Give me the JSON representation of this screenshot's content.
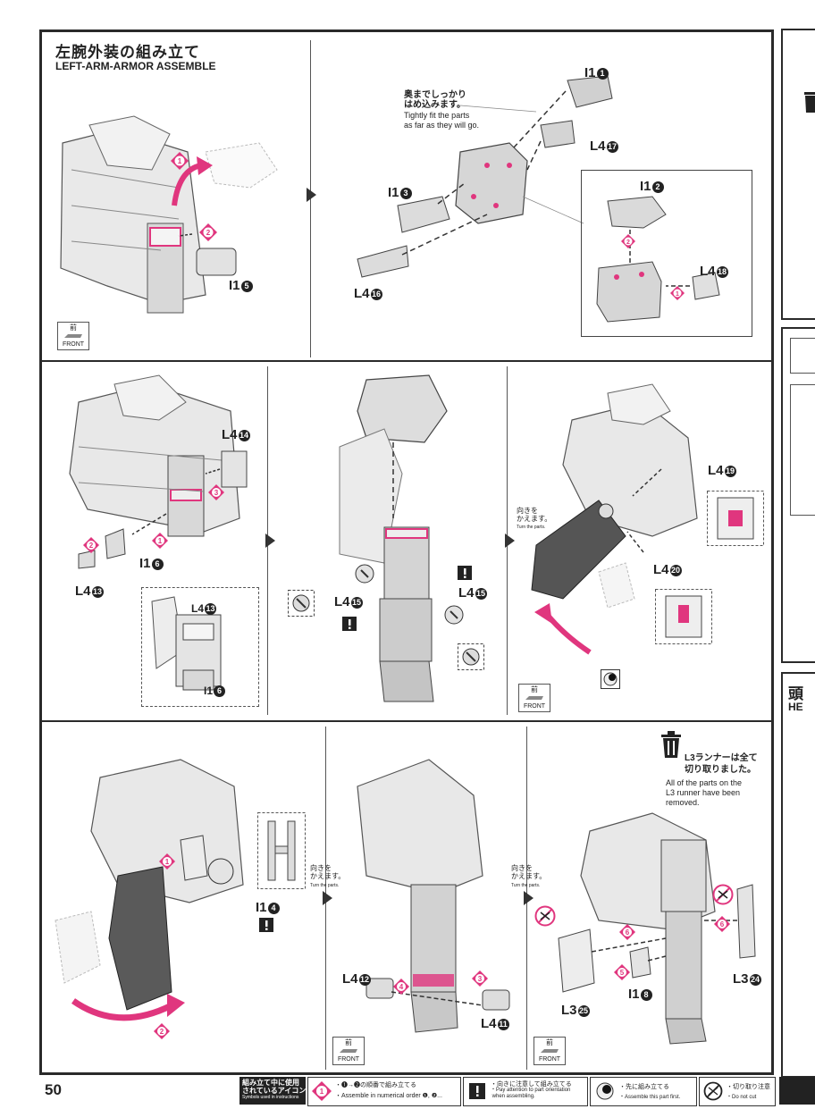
{
  "section": {
    "title_jp": "左腕外装の組み立て",
    "title_en": "LEFT-ARM-ARMOR ASSEMBLE"
  },
  "panel1": {
    "left": {
      "part_label": "I1",
      "part_num": "5"
    },
    "right": {
      "note_jp": "奥までしっかり\nはめ込みます。",
      "note_en": "Tightly fit the parts\nas far as they will go.",
      "labels": [
        {
          "text": "I1",
          "num": "1"
        },
        {
          "text": "L4",
          "num": "17"
        },
        {
          "text": "I1",
          "num": "3"
        },
        {
          "text": "L4",
          "num": "16"
        },
        {
          "text": "I1",
          "num": "2"
        },
        {
          "text": "L4",
          "num": "18"
        }
      ]
    }
  },
  "panel2": {
    "a": {
      "labels": [
        {
          "text": "L4",
          "num": "14"
        },
        {
          "text": "I1",
          "num": "6"
        },
        {
          "text": "L4",
          "num": "13"
        }
      ],
      "detail": [
        {
          "text": "L4",
          "num": "13"
        },
        {
          "text": "I1",
          "num": "6"
        }
      ]
    },
    "b": {
      "labels": [
        {
          "text": "L4",
          "num": "15"
        },
        {
          "text": "L4",
          "num": "15"
        }
      ]
    },
    "c": {
      "turn_jp": "向きを\nかえます。",
      "turn_en": "Turn the parts.",
      "labels": [
        {
          "text": "L4",
          "num": "19"
        },
        {
          "text": "L4",
          "num": "20"
        }
      ]
    }
  },
  "panel3": {
    "a": {
      "labels": [
        {
          "text": "I1",
          "num": "4"
        }
      ]
    },
    "b": {
      "turn_jp": "向きを\nかえます。",
      "turn_en": "Turn the parts.",
      "labels": [
        {
          "text": "L4",
          "num": "12"
        },
        {
          "text": "L4",
          "num": "11"
        }
      ]
    },
    "c": {
      "turn_jp": "向きを\nかえます。",
      "turn_en": "Turn the parts.",
      "runner_jp": "L3ランナーは全て\n切り取りました。",
      "runner_en": "All of the parts on the\nL3 runner have been\nremoved.",
      "labels": [
        {
          "text": "L3",
          "num": "25"
        },
        {
          "text": "I1",
          "num": "8"
        },
        {
          "text": "L3",
          "num": "24"
        }
      ]
    }
  },
  "front_label_jp": "前",
  "front_label_en": "FRONT",
  "footer": {
    "page_number": "50",
    "legend_title_jp": "組み立て中に使用\nされているアイコン",
    "legend_title_en": "Symbols used in instructions",
    "items": [
      {
        "jp": "・❶→❷の順番で組み立てる",
        "en": "・Assemble in numerical order ❶, ❷..."
      },
      {
        "jp": "・向きに注意して組み立てる",
        "en": "・Pay attention to part orientation\n when assembling."
      },
      {
        "jp": "・先に組み立てる",
        "en": "・Assemble this part first."
      },
      {
        "jp": "・切り取り注意",
        "en": "・Do not cut"
      }
    ]
  },
  "side_right": {
    "title_jp": "頭",
    "title_en": "HE"
  },
  "colors": {
    "accent": "#e0367e",
    "frame": "#2a2a2a",
    "part_fill": "#dedede",
    "part_dark": "#5a5a5a"
  }
}
